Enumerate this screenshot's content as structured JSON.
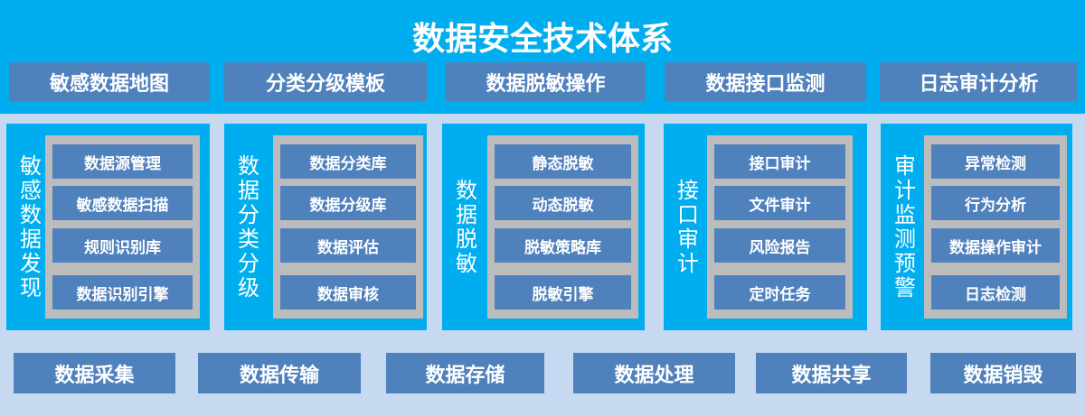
{
  "title": "数据安全技术体系",
  "headers": [
    "敏感数据地图",
    "分类分级模板",
    "数据脱敏操作",
    "数据接口监测",
    "日志审计分析"
  ],
  "panels": [
    {
      "label": "敏感数据发现",
      "items": [
        "数据源管理",
        "敏感数据扫描",
        "规则识别库",
        "数据识别引擎"
      ]
    },
    {
      "label": "数据分类分级",
      "items": [
        "数据分类库",
        "数据分级库",
        "数据评估",
        "数据审核"
      ]
    },
    {
      "label": "数据脱敏",
      "items": [
        "静态脱敏",
        "动态脱敏",
        "脱敏策略库",
        "脱敏引擎"
      ]
    },
    {
      "label": "接口审计",
      "items": [
        "接口审计",
        "文件审计",
        "风险报告",
        "定时任务"
      ]
    },
    {
      "label": "审计监测预警",
      "items": [
        "异常检测",
        "行为分析",
        "数据操作审计",
        "日志检测"
      ]
    }
  ],
  "lifecycle": [
    "数据采集",
    "数据传输",
    "数据存储",
    "数据处理",
    "数据共享",
    "数据销毁"
  ],
  "colors": {
    "top": "#00aeef",
    "background": "#c6d9f0",
    "box": "#4f81bd",
    "frame": "#bcbcbc"
  }
}
